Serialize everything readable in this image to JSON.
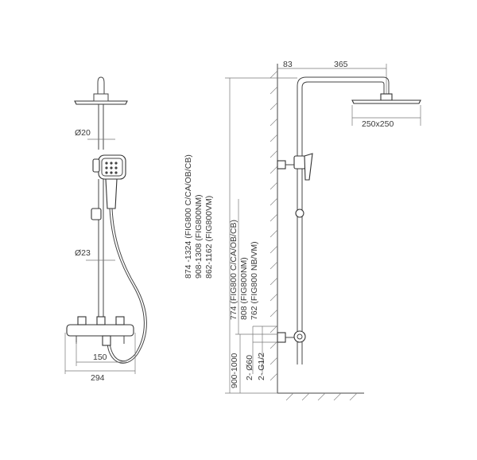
{
  "left_view": {
    "pipe_diameter_upper": "Ø20",
    "pipe_diameter_lower": "Ø23",
    "spout_width": "150",
    "overall_width": "294"
  },
  "right_view": {
    "wall_offset": "83",
    "arm_length": "365",
    "head_size": "250x250",
    "height_range_a": "874 -1324 (FIG800 C/CA/OB/CB)",
    "height_range_b": "908-1308 (FIG800NM)",
    "height_range_c": "862-1162 (FIG800VM)",
    "riser_a": "774 (FIG800 C/CA/OB/CB)",
    "riser_b": "808 (FIG800NM)",
    "riser_c": "762 (FIG800 NB/VM)",
    "install_height": "900-1000",
    "inlet_diameter": "2- Ø60",
    "inlet_thread": "2- G1/2"
  }
}
